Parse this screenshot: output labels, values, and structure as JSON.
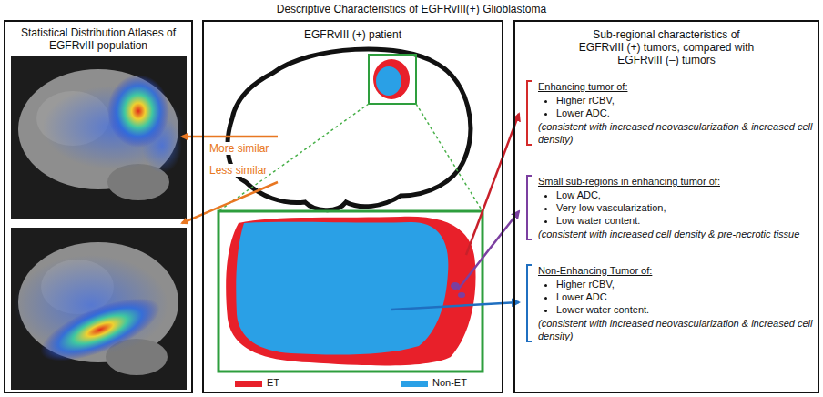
{
  "diagram": {
    "title": "Descriptive Characteristics of EGFRvIII(+) Glioblastoma",
    "nodes": [
      {
        "text": [
          "Statistical Distribution Atlases of EGFRvIII population"
        ]
      },
      {
        "text": [
          "EGFRvIII (+) patient"
        ]
      },
      {
        "text": [
          "Sub-regional characteristics of EGFRvIII (+) tumors, compared with EGFRvIII (–) tumors"
        ]
      },
      {
        "text": [
          "Enhancing tumor of:",
          "Higher rCBV,",
          "Lower ADC.",
          "(consistent with increased neovascularization & increased cell density)"
        ],
        "in": 2
      },
      {
        "text": [
          "Small sub-regions in enhancing tumor of:",
          "Low ADC,",
          "Very low vascularization,",
          "Low water content.",
          "(consistent with increased cell density & pre-necrotic tissue"
        ],
        "in": 2
      },
      {
        "text": [
          "Non-Enhancing Tumor of:",
          "Higher rCBV,",
          "Lower ADC",
          "Lower water content.",
          "(consistent with increased neovascularization & increased cell density)"
        ],
        "in": 2
      }
    ],
    "labels": [
      "More similar",
      "Less similar"
    ],
    "legend": [
      {
        "text": "ET",
        "color": "#e8202a"
      },
      {
        "text": "Non-ET",
        "color": "#2aa0e6"
      }
    ]
  }
}
